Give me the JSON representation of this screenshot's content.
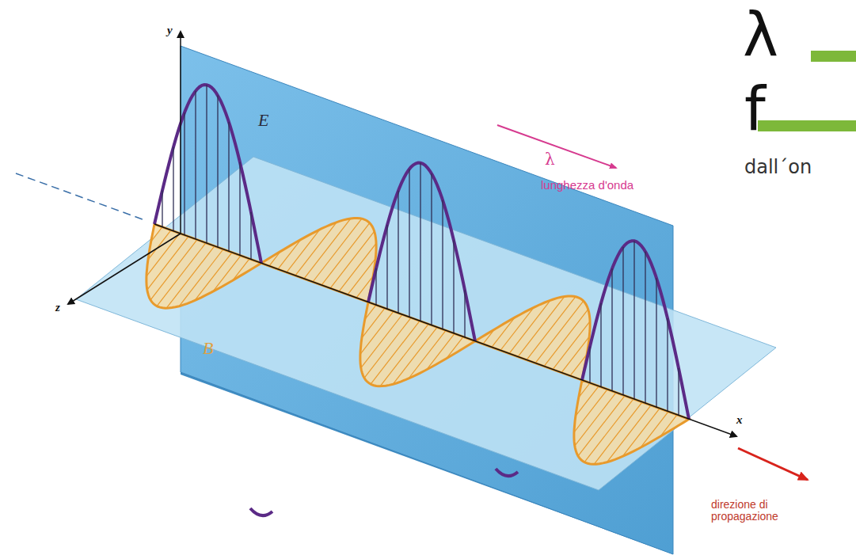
{
  "diagram": {
    "labels": [
      "y",
      "E",
      "lunghezza d'onda",
      "λ",
      "z",
      "B",
      "x",
      "direzione di propagazione",
      "λ",
      "f",
      "dall´on"
    ]
  }
}
